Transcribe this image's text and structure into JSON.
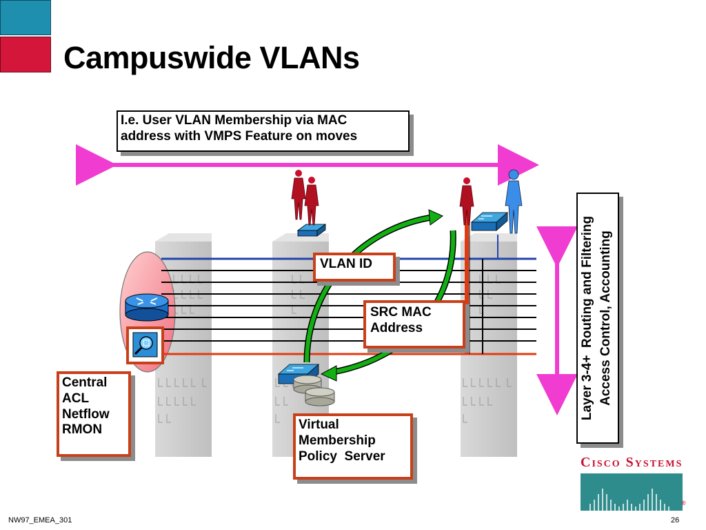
{
  "slide": {
    "title": "Campuswide VLANs",
    "footer_left": "NW97_EMEA_301",
    "page_number": "26"
  },
  "colors": {
    "corner_blue": "#1e8faf",
    "corner_red": "#d3163a",
    "magenta_arrow": "#f03cd0",
    "green_arrow": "#12b012",
    "callout_red": "#c8401a",
    "vlan_blue": "#2244aa",
    "vlan_red": "#e23a10",
    "building": "#c8c8c8",
    "router_blue": "#1a6fcc",
    "cisco_red": "#c8102e",
    "cisco_teal": "#2f8c8c"
  },
  "callouts": {
    "membership": [
      "I.e. User VLAN Membership via MAC",
      "address with VMPS Feature on moves"
    ],
    "vlan_id": [
      "VLAN ID"
    ],
    "src_mac": [
      "SRC MAC",
      "Address"
    ],
    "central": [
      "Central",
      "ACL",
      "Netflow",
      "RMON"
    ],
    "vmps": [
      "Virtual",
      "Membership",
      "Policy  Server"
    ],
    "layer34": [
      "Layer 3-4+  Routing and Filtering",
      "Access Control, Accounting"
    ]
  },
  "logo": {
    "text": "Cisco Systems",
    "registered": "®"
  }
}
